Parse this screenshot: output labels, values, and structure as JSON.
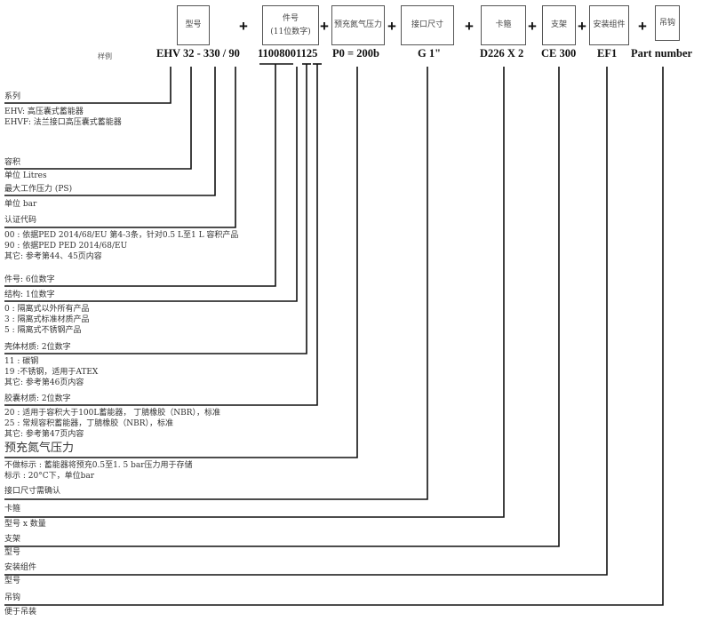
{
  "header_boxes": [
    {
      "label": "型号",
      "sub": ""
    },
    {
      "label": "件号",
      "sub": "(11位数字)"
    },
    {
      "label": "预充氮气压力",
      "sub": ""
    },
    {
      "label": "接口尺寸",
      "sub": ""
    },
    {
      "label": "卡箍",
      "sub": ""
    },
    {
      "label": "支架",
      "sub": ""
    },
    {
      "label": "安装组件",
      "sub": ""
    },
    {
      "label": "吊钩",
      "sub": ""
    }
  ],
  "plus_symbol": "+",
  "sample": {
    "label": "样例",
    "codes": [
      "EHV 32  - 330 / 90",
      "11008001125",
      "P0 = 200b",
      "G 1\"",
      "D226 X 2",
      "CE 300",
      "EF1",
      "Part number"
    ]
  },
  "sections": {
    "series": {
      "title": "系列",
      "lines": [
        "EHV: 高压囊式蓄能器",
        "EHVF: 法兰接口高压囊式蓄能器"
      ]
    },
    "volume": {
      "title": "容积",
      "lines": [
        "单位  Litres"
      ]
    },
    "max_pressure": {
      "title": "最大工作压力 (PS)",
      "lines": [
        "单位 bar"
      ]
    },
    "cert_code": {
      "title": "认证代码",
      "lines": [
        "00 : 依据PED  2014/68/EU  第4-3条，针对0.5 L至1 L 容积产品",
        "90 : 依据PED PED  2014/68/EU",
        "其它: 参考第44、45页内容"
      ]
    },
    "part_no": {
      "title": "件号: 6位数字",
      "lines": []
    },
    "structure": {
      "title": "结构: 1位数字",
      "lines": [
        "0 : 隔离式以外所有产品",
        "3 : 隔离式标准材质产品",
        "5 : 隔离式不锈钢产品"
      ]
    },
    "shell_material": {
      "title": "壳体材质: 2位数字",
      "lines": [
        "11 : 碳钢",
        "19 :不锈钢，适用于ATEX",
        "其它: 参考第46页内容"
      ]
    },
    "bladder_material": {
      "title": "胶囊材质: 2位数字",
      "lines": [
        "20 : 适用于容积大于100L蓄能器， 丁腈橡胶（NBR），标准",
        "25 : 常规容积蓄能器，丁腈橡胶（NBR），标准",
        "其它: 参考第47页内容"
      ]
    },
    "precharge": {
      "title": "预充氮气压力",
      "lines": [
        "不做标示 : 蓄能器将预充0.5至1. 5 bar压力用于存储",
        "标示 : 20°C下，单位bar"
      ]
    },
    "connection": {
      "title": "接口尺寸需确认",
      "lines": []
    },
    "clamp": {
      "title": "卡箍",
      "lines": [
        "型号  x  数量"
      ]
    },
    "bracket": {
      "title": "支架",
      "lines": [
        "型号"
      ]
    },
    "mounting_kit": {
      "title": "安装组件",
      "lines": [
        "型号"
      ]
    },
    "lifting_hook": {
      "title": "吊钩",
      "lines": [
        "便于吊装"
      ]
    }
  }
}
